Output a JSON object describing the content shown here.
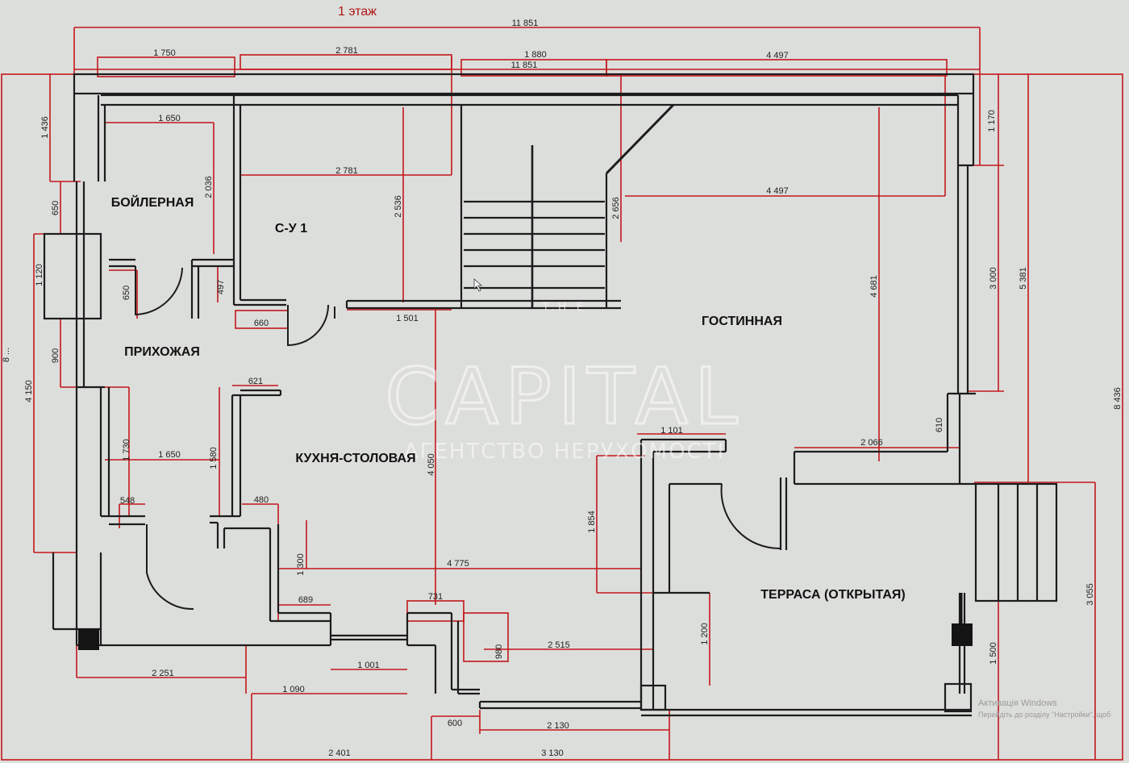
{
  "plan": {
    "title": "1 этаж",
    "colors": {
      "wall": "#1c1c1c",
      "dimension": "#c4161c",
      "background": "#dcdedb"
    }
  },
  "rooms": {
    "boiler": "БОЙЛЕРНАЯ",
    "bath": "С-У 1",
    "hall": "ПРИХОЖАЯ",
    "living": "ГОСТИННАЯ",
    "kitchen": "КУХНЯ-СТОЛОВАЯ",
    "terrace": "ТЕРРАСА (ОТКРЫТАЯ)"
  },
  "dimensions": {
    "overall_width": "11 851",
    "overall_width_inner": "11 851",
    "top_left": "1 750",
    "top_bath": "2 781",
    "top_stair": "1 880",
    "top_living": "4 497",
    "boiler_width": "1 650",
    "boiler_height": "2 036",
    "bath_width": "2 781",
    "bath_height": "2 536",
    "living_width": "4 497",
    "stair_height": "2 656",
    "living_height": "4 681",
    "right_top": "1 170",
    "right_mid": "3 000",
    "right_total": "5 381",
    "right_overall": "8 436",
    "left_top": "1 436",
    "left_650a": "650",
    "left_1120": "1 120",
    "left_650b": "650",
    "left_900": "900",
    "left_4150": "4 150",
    "left_overall": "8 ...",
    "step_497": "497",
    "bath_door": "660",
    "bath_bottom": "1 501",
    "kitchen_621": "621",
    "kitchen_1650": "1 650",
    "kitchen_1730": "1 730",
    "kitchen_1580": "1 580",
    "kitchen_548": "548",
    "kitchen_480": "480",
    "kitchen_height": "4 050",
    "kitchen_1300": "1 300",
    "kitchen_width": "4 775",
    "kitchen_689": "689",
    "porch_731": "731",
    "porch_980": "980",
    "porch_2515": "2 515",
    "living_1101": "1 101",
    "living_2066": "2 066",
    "living_610": "610",
    "terrace_1854": "1 854",
    "terrace_1200": "1 200",
    "terrace_3055": "3 055",
    "terrace_1500": "1 500",
    "bottom_2251": "2 251",
    "bottom_1001": "1 001",
    "bottom_1090": "1 090",
    "bottom_600": "600",
    "bottom_2130": "2 130",
    "bottom_2401": "2 401",
    "bottom_3130": "3 130"
  },
  "watermark": {
    "top": "T.H.E",
    "brand": "CAPITAL",
    "subtitle": "АГЕНТСТВО НЕРУХОМОСТІ"
  },
  "system_notice": {
    "line1": "Активація Windows",
    "line2": "Перейдіть до розділу \"Настройки\", щоб"
  }
}
